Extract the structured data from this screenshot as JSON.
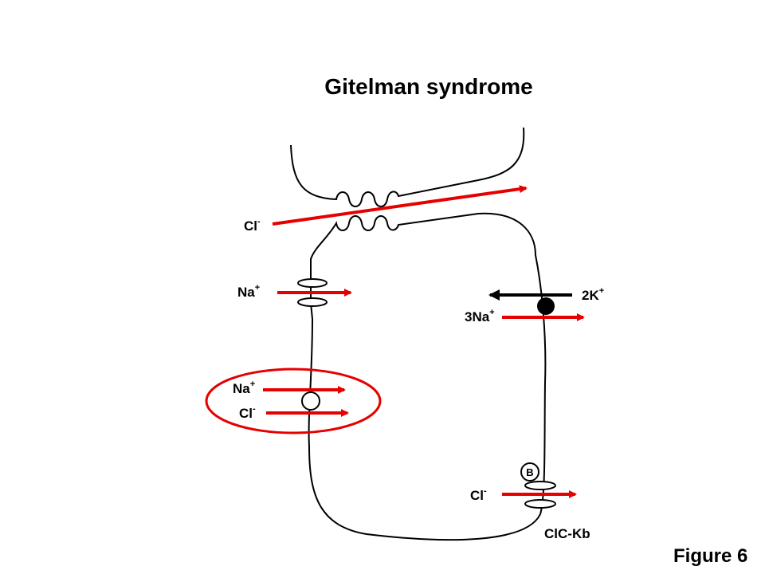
{
  "title": "Gitelman syndrome",
  "figure_label": "Figure 6",
  "colors": {
    "flux": "#e60000",
    "outline": "#000000",
    "highlight": "#e60000"
  },
  "labels": {
    "paracellular_cl": {
      "base": "Cl",
      "sup": "-"
    },
    "enac_na": {
      "base": "Na",
      "sup": "+"
    },
    "ncc_na": {
      "base": "Na",
      "sup": "+"
    },
    "ncc_cl": {
      "base": "Cl",
      "sup": "-"
    },
    "pump_k": {
      "base": "2K",
      "sup": "+"
    },
    "pump_na": {
      "base": "3Na",
      "sup": "+"
    },
    "basolateral_cl": {
      "base": "Cl",
      "sup": "-"
    },
    "barttin": "B",
    "channel_name": "ClC-Kb"
  }
}
